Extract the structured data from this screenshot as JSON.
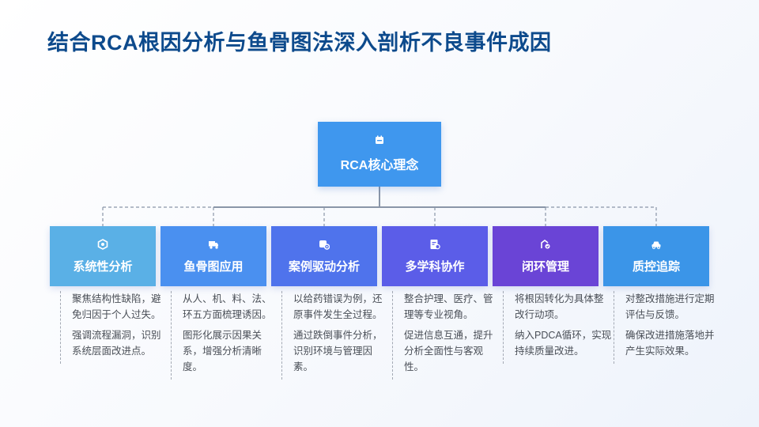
{
  "title": "结合RCA根因分析与鱼骨图法深入剖析不良事件成因",
  "root": {
    "label": "RCA核心理念",
    "icon": "calendar-icon"
  },
  "cards": [
    {
      "label": "系统性分析",
      "icon": "hexagon-icon",
      "color": "#5ab0e6",
      "points": [
        "聚焦结构性缺陷，避免归因于个人过失。",
        "强调流程漏洞，识别系统层面改进点。"
      ]
    },
    {
      "label": "鱼骨图应用",
      "icon": "truck-icon",
      "color": "#4a90f0",
      "points": [
        "从人、机、料、法、环五方面梳理诱因。",
        "图形化展示因果关系，增强分析清晰度。"
      ]
    },
    {
      "label": "案例驱动分析",
      "icon": "gear-icon",
      "color": "#4f73ec",
      "points": [
        "以给药错误为例，还原事件发生全过程。",
        "通过跌倒事件分析，识别环境与管理因素。"
      ]
    },
    {
      "label": "多学科协作",
      "icon": "document-icon",
      "color": "#5b5de8",
      "points": [
        "整合护理、医疗、管理等专业视角。",
        "促进信息互通，提升分析全面性与客观性。"
      ]
    },
    {
      "label": "闭环管理",
      "icon": "cycle-icon",
      "color": "#6a44d6",
      "points": [
        "将根因转化为具体整改行动项。",
        "纳入PDCA循环，实现持续质量改进。"
      ]
    },
    {
      "label": "质控追踪",
      "icon": "car-icon",
      "color": "#3b95e8",
      "points": [
        "对整改措施进行定期评估与反馈。",
        "确保改进措施落地并产生实际效果。"
      ]
    }
  ]
}
